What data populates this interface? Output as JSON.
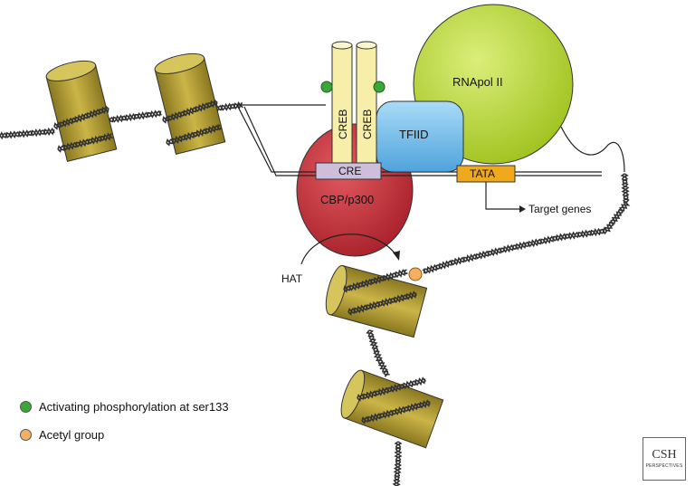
{
  "labels": {
    "rnapol": "RNApol II",
    "creb_left": "CREB",
    "creb_right": "CREB",
    "tfiid": "TFIID",
    "cre": "CRE",
    "cbp": "CBP/p300",
    "tata": "TATA",
    "target_genes": "Target genes",
    "hat": "HAT"
  },
  "legend": [
    {
      "label": "Activating phosphorylation at ser133",
      "color": "#3aa63a"
    },
    {
      "label": "Acetyl group",
      "color": "#f4b060"
    }
  ],
  "logo": {
    "main": "CSH",
    "sub": "PERSPECTIVES"
  },
  "colors": {
    "rnapol": "#b5d334",
    "cbp": "#c8343c",
    "tfiid": "#6cb8e8",
    "cre": "#cdbfdc",
    "tata": "#f0a81c",
    "creb": "#f7eeaa",
    "nucleosome": "#b7a136",
    "phospho": "#3aa63a",
    "acetyl": "#f4b060"
  }
}
